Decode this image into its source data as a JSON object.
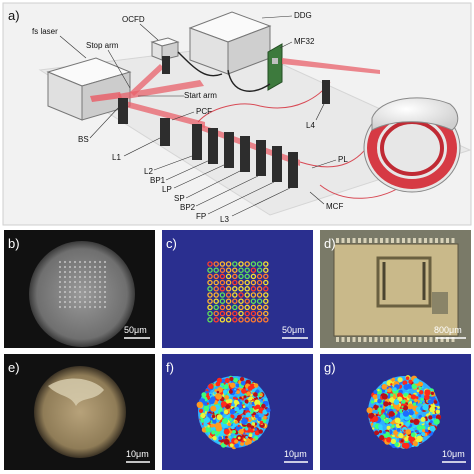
{
  "panel_a": {
    "label": "a)",
    "components": {
      "fs_laser": "fs laser",
      "ocfd": "OCFD",
      "ddg": "DDG",
      "stop_arm": "Stop arm",
      "mf32": "MF32",
      "start_arm": "Start arm",
      "pcf": "PCF",
      "bs": "BS",
      "l4": "L4",
      "l1": "L1",
      "l2": "L2",
      "bp1": "BP1",
      "lp": "LP",
      "sp": "SP",
      "bp2": "BP2",
      "fp": "FP",
      "l3": "L3",
      "pl": "PL",
      "mcf": "MCF"
    }
  },
  "panels": [
    {
      "label": "b)",
      "scale": "50μm"
    },
    {
      "label": "c)",
      "scale": "50μm"
    },
    {
      "label": "d)",
      "scale": "800μm"
    },
    {
      "label": "e)",
      "scale": "10μm"
    },
    {
      "label": "f)",
      "scale": "10μm"
    },
    {
      "label": "g)",
      "scale": "10μm"
    }
  ],
  "colors": {
    "beam": "#e8606a",
    "heatmap_bg": "#2a2f8f",
    "panel_dark": "#111111"
  }
}
